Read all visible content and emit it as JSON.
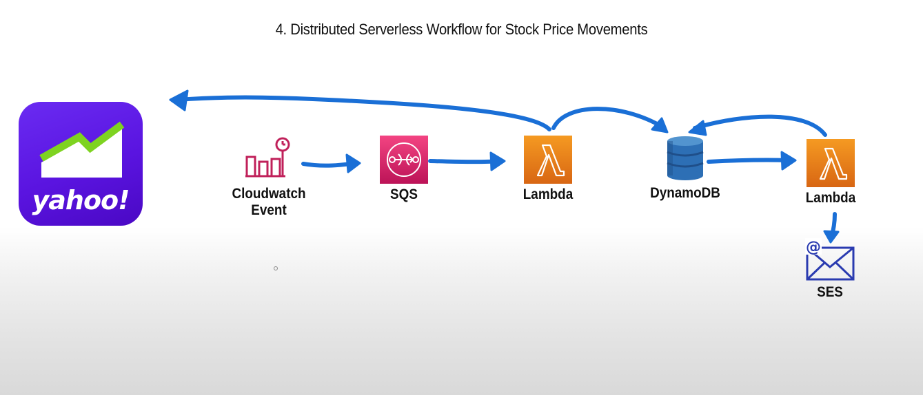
{
  "title": "4. Distributed Serverless Workflow for Stock Price Movements",
  "nodes": {
    "yahoo": {
      "logo_text": "yahoo!",
      "icon": "yahoo-finance-logo"
    },
    "cloudwatch": {
      "line1": "Cloudwatch",
      "line2": "Event",
      "icon": "cloudwatch-event-icon"
    },
    "sqs": {
      "label": "SQS",
      "icon": "sqs-icon"
    },
    "lambda1": {
      "label": "Lambda",
      "icon": "lambda-icon"
    },
    "dynamodb": {
      "label": "DynamoDB",
      "icon": "dynamodb-icon"
    },
    "lambda2": {
      "label": "Lambda",
      "icon": "lambda-icon"
    },
    "ses": {
      "label": "SES",
      "icon": "ses-email-icon"
    }
  },
  "colors": {
    "arrow": "#1a6fd6",
    "yahoo_purple": "#5a14e0",
    "aws_orange": "#e8821c",
    "sqs_pink": "#d9225f",
    "cloudwatch": "#c0205a",
    "dynamodb_blue": "#2d6fb5",
    "ses_navy": "#2a3bb0"
  }
}
